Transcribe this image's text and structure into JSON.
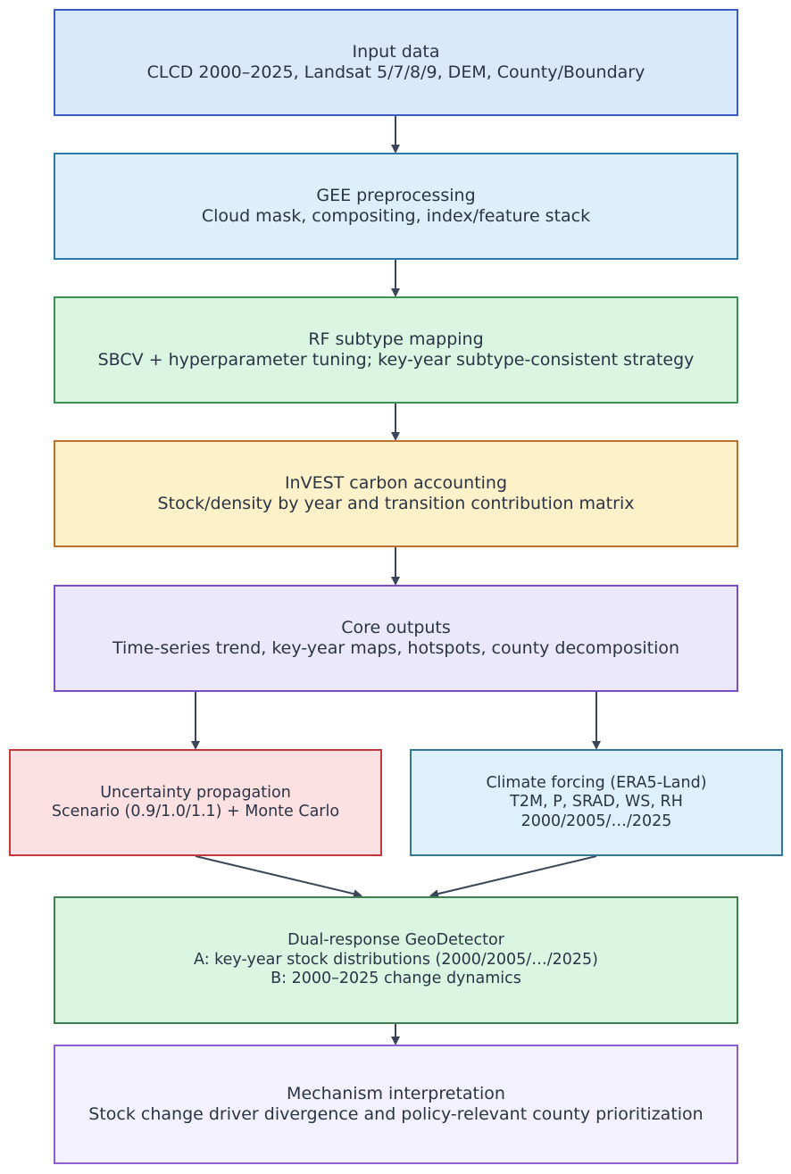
{
  "nodes": {
    "input": {
      "title": "Input data",
      "lines": [
        "CLCD 2000–2025, Landsat 5/7/8/9, DEM, County/Boundary"
      ]
    },
    "gee": {
      "title": "GEE preprocessing",
      "lines": [
        "Cloud mask, compositing, index/feature stack"
      ]
    },
    "rf": {
      "title": "RF subtype mapping",
      "lines": [
        "SBCV + hyperparameter tuning; key-year subtype-consistent strategy"
      ]
    },
    "invest": {
      "title": "InVEST carbon accounting",
      "lines": [
        "Stock/density by year and transition contribution matrix"
      ]
    },
    "core": {
      "title": "Core outputs",
      "lines": [
        "Time-series trend, key-year maps, hotspots, county decomposition"
      ]
    },
    "uncertainty": {
      "title": "Uncertainty propagation",
      "lines": [
        "Scenario (0.9/1.0/1.1) + Monte Carlo"
      ]
    },
    "climate": {
      "title": "Climate forcing (ERA5-Land)",
      "lines": [
        "T2M, P, SRAD, WS, RH",
        "2000/2005/…/2025"
      ]
    },
    "geodetector": {
      "title": "Dual-response GeoDetector",
      "lines": [
        "A: key-year stock distributions (2000/2005/…/2025)",
        "B: 2000–2025 change dynamics"
      ]
    },
    "mechanism": {
      "title": "Mechanism interpretation",
      "lines": [
        "Stock change driver divergence and policy-relevant county prioritization"
      ]
    }
  },
  "edges": [
    {
      "from": "input",
      "to": "gee"
    },
    {
      "from": "gee",
      "to": "rf"
    },
    {
      "from": "rf",
      "to": "invest"
    },
    {
      "from": "invest",
      "to": "core"
    },
    {
      "from": "core",
      "to": "uncertainty"
    },
    {
      "from": "core",
      "to": "climate"
    },
    {
      "from": "uncertainty",
      "to": "geodetector"
    },
    {
      "from": "climate",
      "to": "geodetector"
    },
    {
      "from": "geodetector",
      "to": "mechanism"
    }
  ],
  "colors": {
    "arrow": "#3a4558",
    "text": "#2b3445"
  }
}
